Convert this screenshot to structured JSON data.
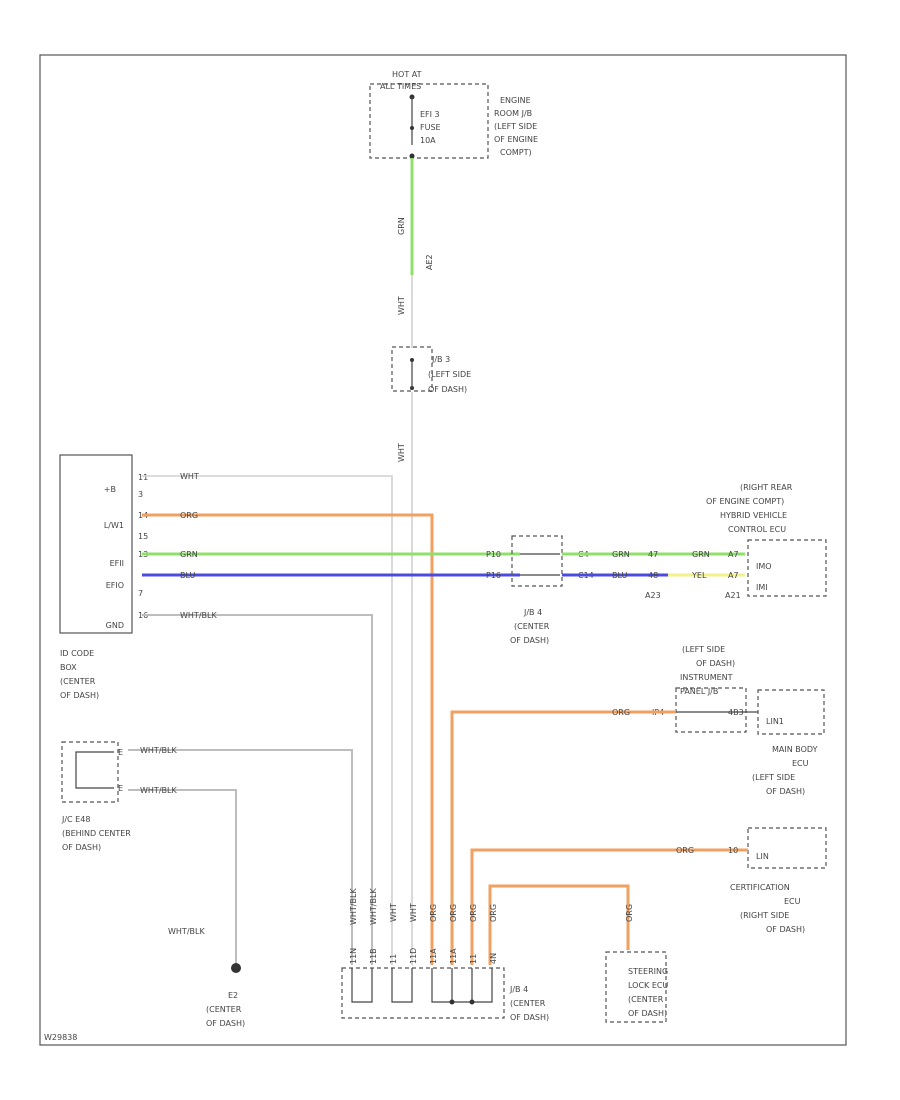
{
  "figure_id": "W29838",
  "labels": {
    "hot_at": "HOT AT",
    "all_times": "ALL TIMES",
    "efi_fuse": "EFI 3 FUSE 10A",
    "efi_fuse_l1": "EFI 3",
    "efi_fuse_l2": "FUSE",
    "efi_fuse_l3": "10A",
    "engine_room_jb": [
      "ENGINE",
      "ROOM J/B",
      "(LEFT SIDE",
      "OF ENGINE",
      "COMPT)"
    ],
    "wire_grn_upper": "GRN",
    "wire_ae2": "AE2",
    "wire_wht_upper": "WHT",
    "jb3": [
      "J/B 3",
      "(LEFT SIDE",
      "OF DASH)"
    ],
    "wire_wht_mid": "WHT",
    "id_ecu_pins": [
      "+B",
      "L/W1",
      "EFII",
      "EFIO",
      "GND"
    ],
    "id_ecu_pin_nums": [
      "11",
      "3",
      "14",
      "15",
      "13",
      "7",
      "16"
    ],
    "wire_wht_1": "WHT",
    "wire_org_1": "ORG",
    "wire_grn_1": "GRN",
    "wire_blu_1": "BLU",
    "wire_whtblk_1": "WHT/BLK",
    "id_ecu_name": [
      "ID CODE",
      "BOX",
      "(CENTER",
      "OF DASH)"
    ],
    "jb4_mid": [
      "J/B 4",
      "(CENTER",
      "OF DASH)"
    ],
    "jb4_mid_pins": [
      "P10",
      "P16",
      "C4",
      "C14"
    ],
    "hvc_name": [
      "(RIGHT REAR",
      "OF ENGINE COMPT)",
      "HYBRID VEHICLE",
      "CONTROL ECU"
    ],
    "hvc_pins": [
      "IMO",
      "IMI"
    ],
    "hvc_wire1": "GRN",
    "hvc_wire2": "BLU",
    "hvc_wire3": "YEL",
    "hvc_wire1b": "GRN",
    "hvc_pin_nums": [
      "47",
      "48",
      "A7",
      "A7"
    ],
    "conn_a23": "A23",
    "conn_a21": "A21",
    "instrument_jb": [
      "(LEFT SIDE",
      "OF DASH)",
      "INSTRUMENT",
      "PANEL J/B"
    ],
    "inst_wire": "ORG",
    "inst_pins": [
      "IP4",
      "4B3"
    ],
    "main_body_ecu": [
      "LIN1",
      "MAIN BODY",
      "ECU",
      "(LEFT SIDE",
      "OF DASH)"
    ],
    "jc_name": [
      "J/C E48",
      "(BEHIND CENTER",
      "OF DASH)"
    ],
    "jc_wire1": "WHT/BLK",
    "jc_wire2": "WHT/BLK",
    "jc_pins": [
      "E",
      "E"
    ],
    "cert_ecu": [
      "LIN",
      "CERTIFICATION",
      "ECU",
      "(RIGHT SIDE",
      "OF DASH)"
    ],
    "cert_wire": "ORG",
    "cert_pin": "10",
    "wire_whtblk_ground": "WHT/BLK",
    "ground_e2": [
      "E2",
      "(CENTER",
      "OF DASH)"
    ],
    "jb4_bottom": [
      "J/B 4",
      "(CENTER",
      "OF DASH)"
    ],
    "steering_ecu": [
      "STEERING",
      "LOCK ECU",
      "(CENTER",
      "OF DASH)"
    ],
    "steering_wire": "ORG",
    "steering_pin": "",
    "bottom_wires": [
      "WHT/BLK",
      "WHT/BLK",
      "WHT",
      "WHT",
      "ORG",
      "ORG",
      "ORG",
      "ORG"
    ],
    "bottom_pins": [
      "11N",
      "11B",
      "11",
      "11D",
      "11A",
      "11A",
      "11",
      "4N"
    ]
  }
}
